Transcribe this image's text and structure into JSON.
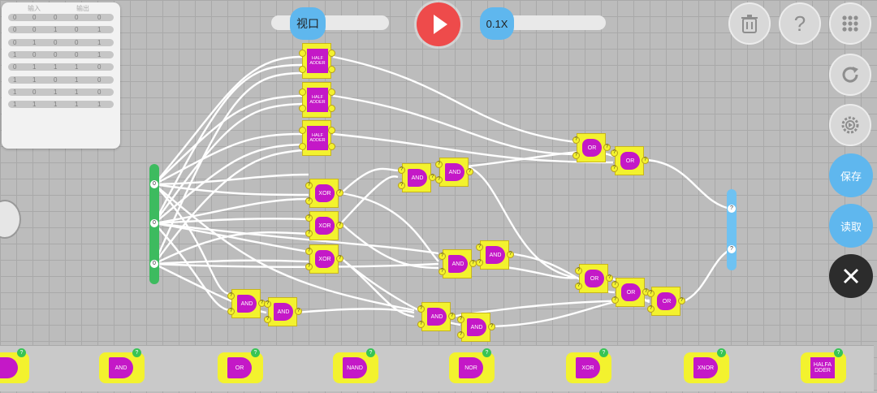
{
  "truth_table": {
    "headers": [
      "输入",
      "输出"
    ],
    "rows": [
      [
        "0",
        "0",
        "0",
        "0",
        "0"
      ],
      [
        "0",
        "0",
        "1",
        "0",
        "1"
      ],
      [
        "0",
        "1",
        "0",
        "0",
        "1"
      ],
      [
        "1",
        "0",
        "0",
        "0",
        "1"
      ],
      [
        "0",
        "1",
        "1",
        "1",
        "0"
      ],
      [
        "1",
        "1",
        "0",
        "1",
        "0"
      ],
      [
        "1",
        "0",
        "1",
        "1",
        "0"
      ],
      [
        "1",
        "1",
        "1",
        "1",
        "1"
      ]
    ]
  },
  "toolbar": {
    "viewport_label": "视口",
    "speed_label": "0.1X",
    "play_icon": "play-icon"
  },
  "right_buttons": {
    "delete_icon": "trash-icon",
    "help_label": "?",
    "grid_icon": "grid-icon",
    "refresh_icon": "refresh-icon",
    "settings_icon": "gear-icon",
    "save_label": "保存",
    "load_label": "读取",
    "close_label": "✕"
  },
  "gates": {
    "ha": [
      "HALF ADDER",
      "HALF ADDER",
      "HALF ADDER"
    ],
    "xor": [
      "XOR",
      "XOR",
      "XOR"
    ],
    "and": [
      "AND",
      "AND",
      "AND",
      "AND",
      "AND",
      "AND",
      "AND",
      "AND"
    ],
    "or": [
      "OR",
      "OR",
      "OR",
      "OR",
      "OR"
    ]
  },
  "input_nodes": [
    "0",
    "0",
    "0"
  ],
  "output_nodes": [
    "?",
    "?"
  ],
  "palette": [
    {
      "label": "",
      "badge": "?"
    },
    {
      "label": "AND",
      "badge": "?"
    },
    {
      "label": "OR",
      "badge": "?"
    },
    {
      "label": "NAND",
      "badge": "?"
    },
    {
      "label": "NOR",
      "badge": "?"
    },
    {
      "label": "XOR",
      "badge": "?"
    },
    {
      "label": "XNOR",
      "badge": "?"
    },
    {
      "label": "HALFA DDER",
      "badge": "?"
    }
  ],
  "colors": {
    "gate_bg": "#f3f22e",
    "gate_body": "#c418c7",
    "accent_blue": "#5fb7ee",
    "play_red": "#ee4b4b",
    "input_green": "#3dbb5f"
  }
}
